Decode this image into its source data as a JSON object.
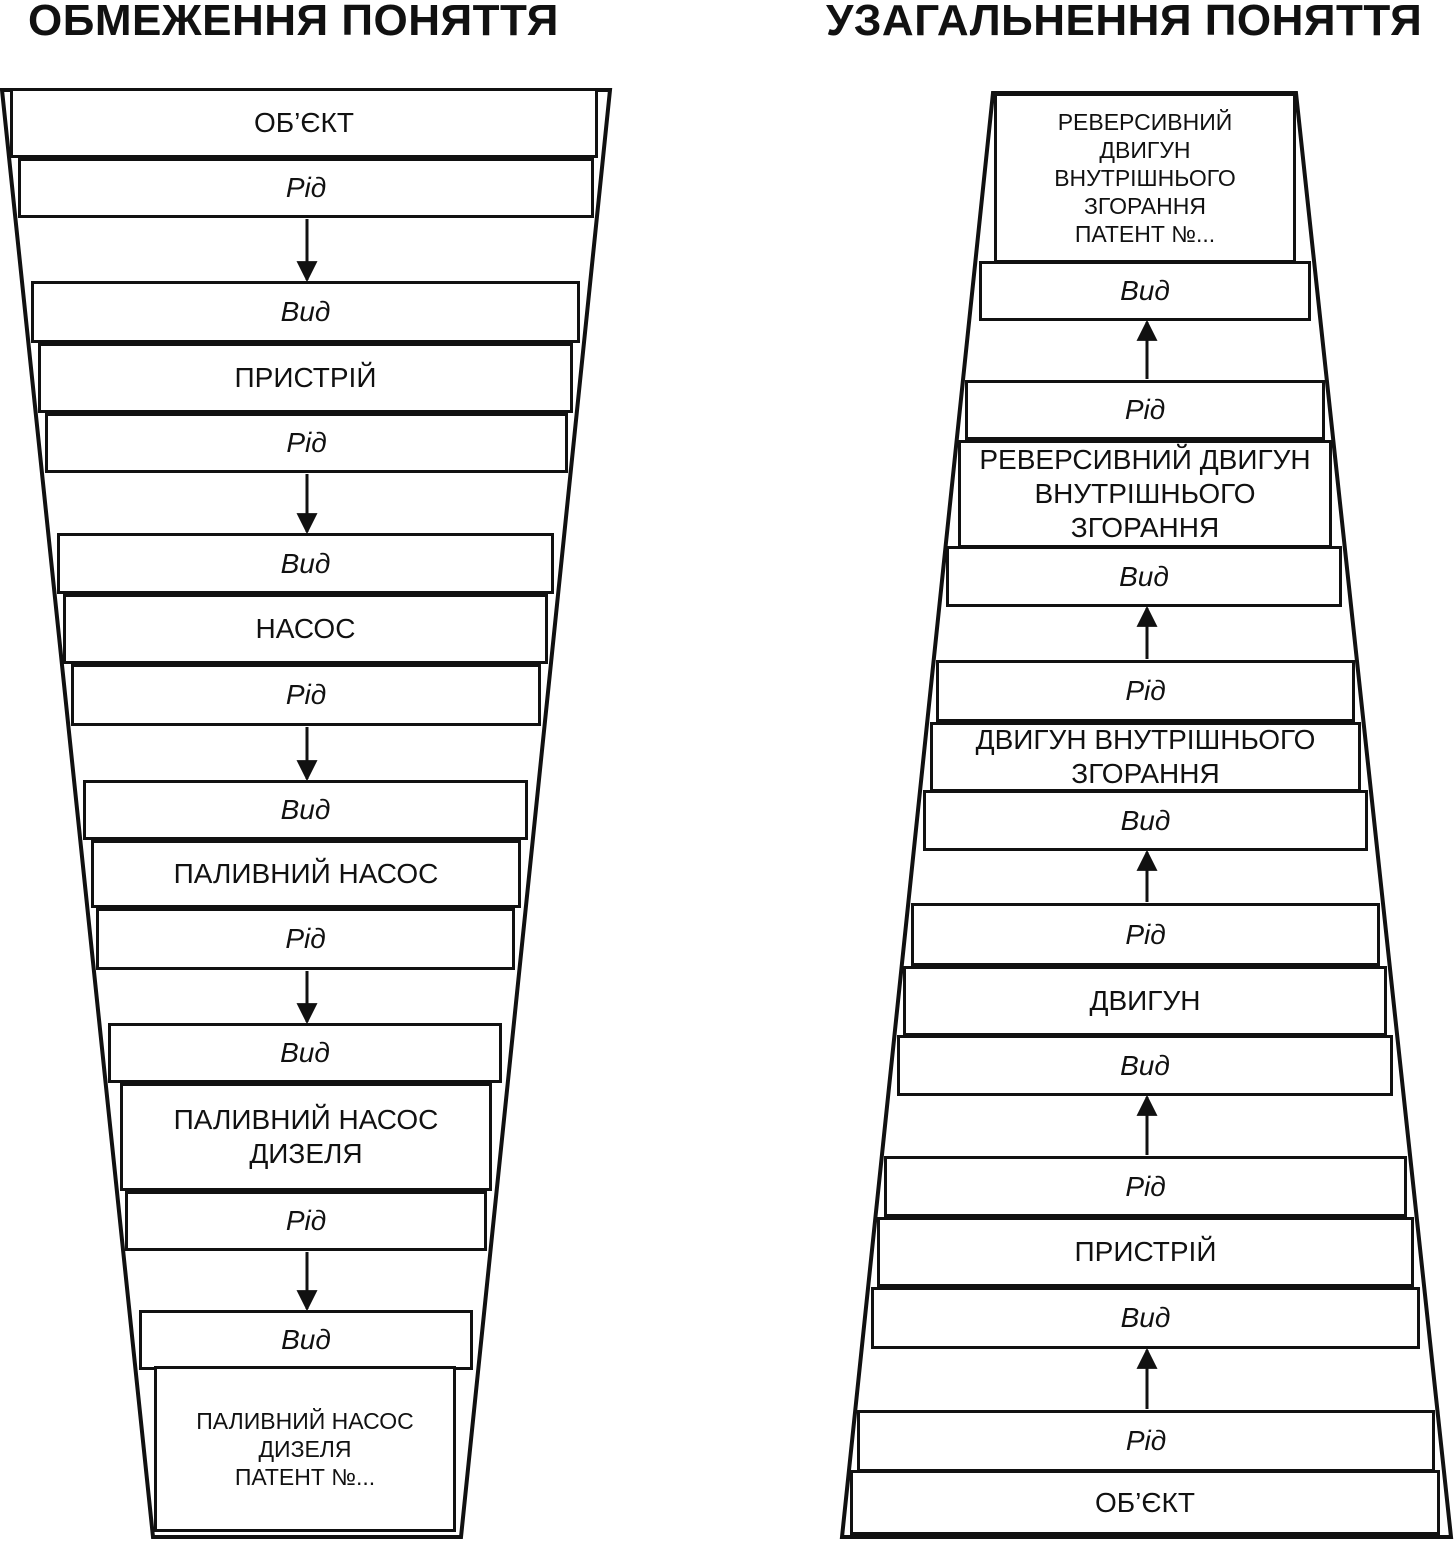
{
  "titles": {
    "narrowing": "ОБМЕЖЕННЯ ПОНЯТТЯ",
    "generalization": "УЗАГАЛЬНЕННЯ ПОНЯТТЯ"
  },
  "narrowing": {
    "genus_label": "Рід",
    "species_label": "Вид",
    "concepts": [
      "ОБ’ЄКТ",
      "ПРИСТРІЙ",
      "НАСОС",
      "ПАЛИВНИЙ НАСОС",
      "ПАЛИВНИЙ НАСОС\nДИЗЕЛЯ",
      "ПАЛИВНИЙ НАСОС\nДИЗЕЛЯ\nПАТЕНТ №..."
    ]
  },
  "generalization": {
    "genus_label": "Рід",
    "species_label": "Вид",
    "concepts": [
      "РЕВЕРСИВНИЙ\nДВИГУН\nВНУТРІШНЬОГО\nЗГОРАННЯ\nПАТЕНТ №...",
      "РЕВЕРСИВНИЙ ДВИГУН\nВНУТРІШНЬОГО\nЗГОРАННЯ",
      "ДВИГУН ВНУТРІШНЬОГО\nЗГОРАННЯ",
      "ДВИГУН",
      "ПРИСТРІЙ",
      "ОБ’ЄКТ"
    ]
  }
}
